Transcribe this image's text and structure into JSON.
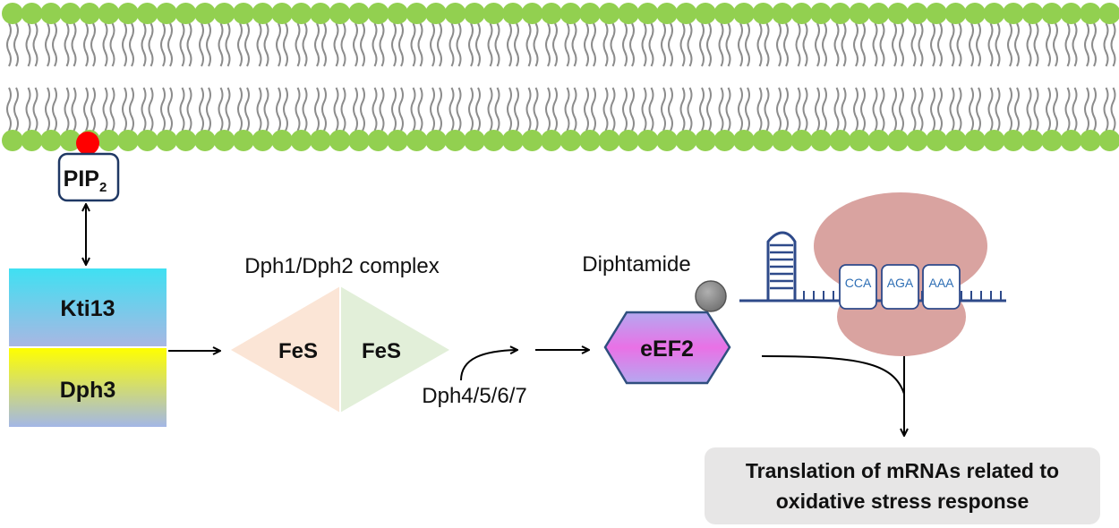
{
  "membrane": {
    "head_color": "#92d050",
    "tail_color": "#8c8c8c"
  },
  "pip2": {
    "label": "PIP",
    "subscript": "2",
    "marker_color": "#ff0000"
  },
  "kti13": {
    "label": "Kti13"
  },
  "dph3": {
    "label": "Dph3"
  },
  "dph_complex": {
    "title": "Dph1/Dph2 complex",
    "left_label": "FeS",
    "right_label": "FeS"
  },
  "dph_enzymes": {
    "label": "Dph4/5/6/7"
  },
  "diphthamide": {
    "label": "Diphtamide"
  },
  "eef2": {
    "label": "eEF2"
  },
  "ribosome": {
    "codons": [
      "CCA",
      "AGA",
      "AAA"
    ]
  },
  "outcome": {
    "line1": "Translation of mRNAs related to",
    "line2": "oxidative stress response"
  }
}
